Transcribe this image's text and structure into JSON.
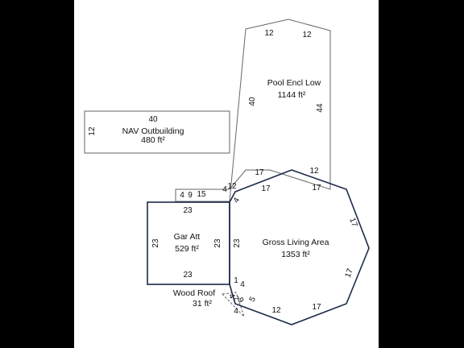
{
  "areas": {
    "nav_outbuilding": {
      "name": "NAV Outbuilding",
      "size": "480 ft²",
      "dims": {
        "top": "40",
        "left": "12"
      }
    },
    "pool": {
      "name": "Pool Encl Low",
      "size": "1144 ft²",
      "dims": {
        "top_left": "12",
        "top_right": "12",
        "left": "40",
        "right": "44"
      }
    },
    "gar_att": {
      "name": "Gar Att",
      "size": "529 ft²",
      "dims": {
        "top": "23",
        "left": "23",
        "right": "23",
        "bottom": "23"
      }
    },
    "gla": {
      "name": "Gross Living Area",
      "size": "1353 ft²",
      "dims": {
        "top_left": "17",
        "top_right": "17",
        "right_upper": "17",
        "right_lower": "17",
        "bottom_right": "17",
        "bottom_left": "12",
        "bottom_short": "5",
        "nw_small": "4"
      }
    },
    "wood_roof": {
      "name": "Wood Roof",
      "size": "31 ft²",
      "dims": {
        "a": "1",
        "b": "4",
        "c": "4",
        "d": "7",
        "e": "9",
        "f": "4"
      }
    },
    "connector": {
      "dims": {
        "a": "4",
        "b": "9",
        "c": "15",
        "d": "4",
        "e": "12",
        "f": "17",
        "g": "12"
      }
    }
  },
  "colors": {
    "gla_stroke": "#1c2a4a",
    "gar_stroke": "#1c2a4a",
    "thin_stroke": "#666666",
    "background": "#000000",
    "canvas": "#ffffff"
  }
}
